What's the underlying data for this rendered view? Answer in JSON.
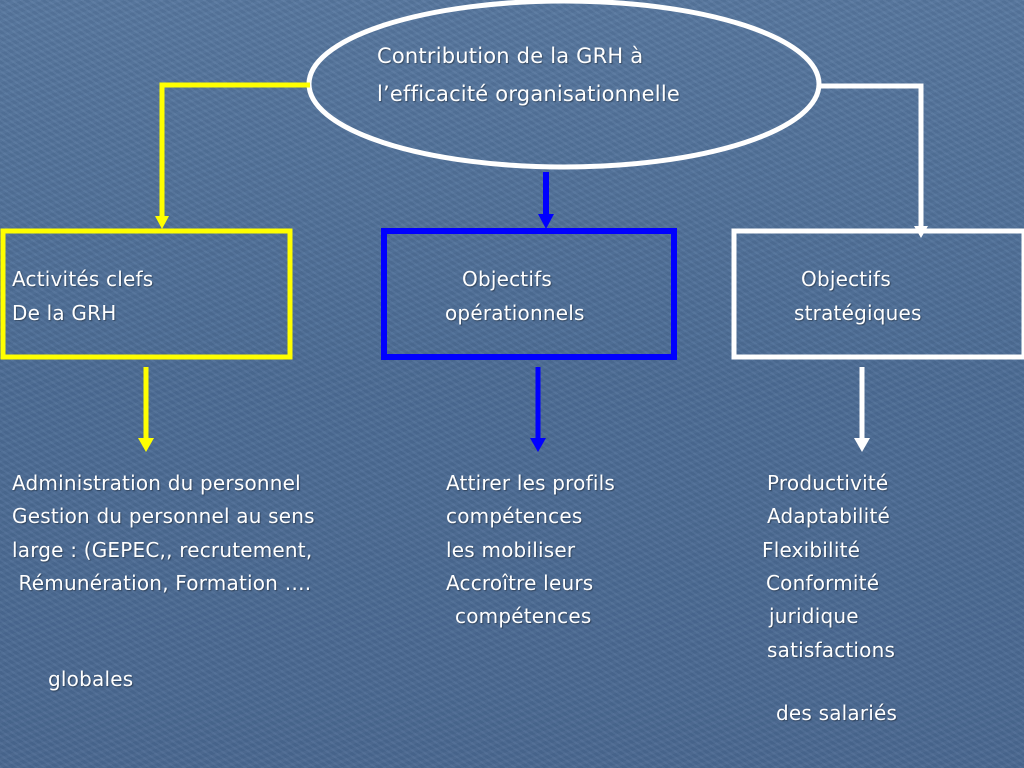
{
  "colors": {
    "yellow": "#ffff00",
    "blue": "#0000ff",
    "white": "#ffffff",
    "background": "#4f6f98"
  },
  "title": {
    "line1": "Contribution de la GRH à",
    "line2": "l’efficacité organisationnelle"
  },
  "boxes": {
    "left": {
      "line1": "Activités clefs",
      "line2": "De la GRH"
    },
    "center": {
      "line1": "Objectifs",
      "line2": "opérationnels"
    },
    "right": {
      "line1": "Objectifs",
      "line2": "stratégiques"
    }
  },
  "details": {
    "left": [
      "Administration du personnel",
      "Gestion du personnel au sens",
      "large : (GEPEC,, recrutement,",
      " Rémunération, Formation ….",
      "globales"
    ],
    "center": [
      "Attirer les profils",
      "compétences",
      "les mobiliser",
      "Accroître leurs",
      "compétences"
    ],
    "right": [
      "Productivité",
      "Adaptabilité",
      "Flexibilité",
      "Conformité",
      "juridique",
      "satisfactions",
      "des salariés"
    ]
  }
}
